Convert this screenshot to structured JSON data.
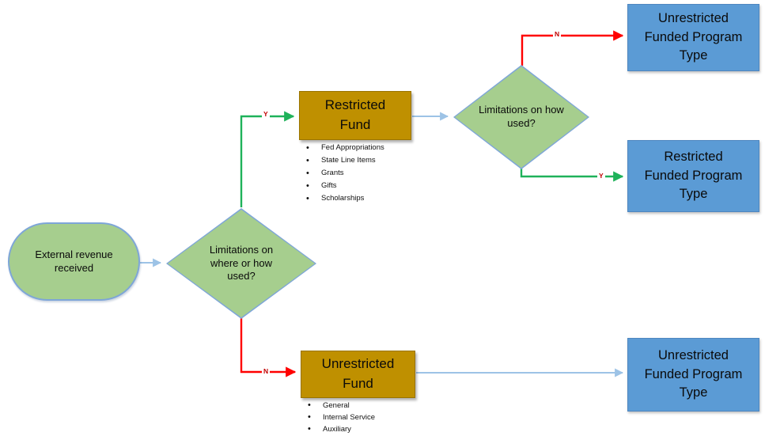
{
  "nodes": {
    "start": {
      "label": "External revenue received"
    },
    "decision1": {
      "label": "Limitations on where or how used?"
    },
    "decision2": {
      "label": "Limitations on how used?"
    },
    "restricted_fund": {
      "title": "Restricted Fund",
      "items": [
        "Fed Appropriations",
        "State Line Items",
        "Grants",
        "Gifts",
        "Scholarships"
      ]
    },
    "unrestricted_fund": {
      "title": "Unrestricted Fund",
      "items": [
        "General",
        "Internal Service",
        "Auxiliary"
      ]
    },
    "unrestricted_program_top": {
      "label": "Unrestricted Funded Program Type"
    },
    "restricted_program": {
      "label": "Restricted Funded Program Type"
    },
    "unrestricted_program_bottom": {
      "label": "Unrestricted Funded Program Type"
    }
  },
  "edges": {
    "d1_yes_label": "Y",
    "d1_no_label": "N",
    "d2_no_label": "N",
    "d2_yes_label": "Y"
  },
  "colors": {
    "green_fill": "#A6CE8E",
    "shape_border": "#7EA6D8",
    "gold_fill": "#BF9000",
    "gold_border": "#9A7400",
    "blue_fill": "#5B9BD5",
    "blue_border": "#4E86C0",
    "arrow_red": "#FF0000",
    "arrow_green": "#1FB25A",
    "arrow_blue": "#9DC3E6",
    "label_red": "#C00000"
  }
}
